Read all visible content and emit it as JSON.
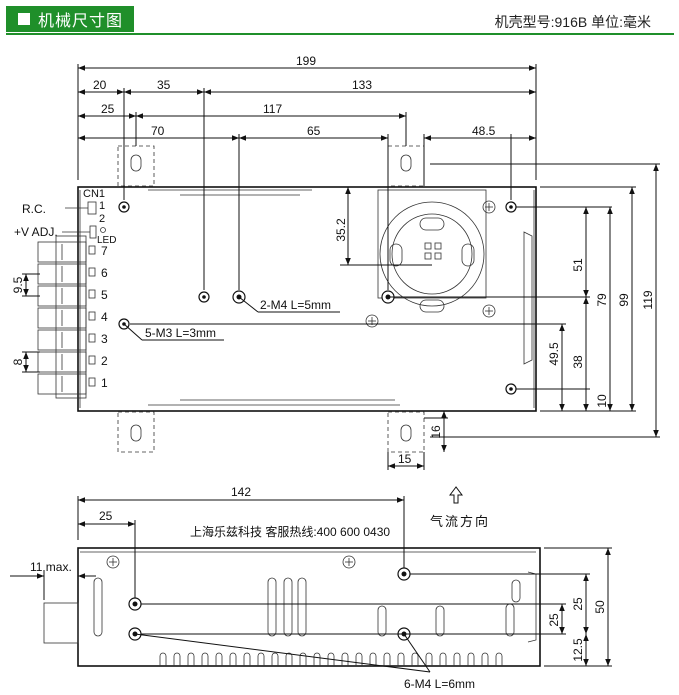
{
  "header": {
    "title": "机械尺寸图",
    "model_label": "机壳型号:916B  单位:毫米"
  },
  "top_view": {
    "dims": {
      "d199": "199",
      "d20": "20",
      "d35": "35",
      "d133": "133",
      "d25": "25",
      "d117": "117",
      "d70": "70",
      "d65": "65",
      "d48_5": "48.5",
      "d35_2": "35.2",
      "d51": "51",
      "d79": "79",
      "d99": "99",
      "d119": "119",
      "d49_5": "49.5",
      "d38": "38",
      "d10": "10",
      "d16": "16",
      "d15": "15",
      "d9_5": "9.5",
      "d8": "8"
    },
    "labels": {
      "cn1": "CN1",
      "rc": "R.C.",
      "vadj": "+V ADJ.",
      "led": "LED",
      "pin1": "1",
      "pin2": "2",
      "m4": "2-M4 L=5mm",
      "m3": "5-M3 L=3mm"
    },
    "terminals": [
      "7",
      "6",
      "5",
      "4",
      "3",
      "2",
      "1"
    ]
  },
  "side_view": {
    "dims": {
      "d142": "142",
      "d25": "25",
      "d11max": "11 max.",
      "d25a": "25",
      "d25b": "25",
      "d12_5": "12.5",
      "d50": "50"
    },
    "hotline": "上海乐兹科技 客服热线:400 600 0430",
    "airflow": "气流方向",
    "m4": "6-M4 L=6mm"
  }
}
